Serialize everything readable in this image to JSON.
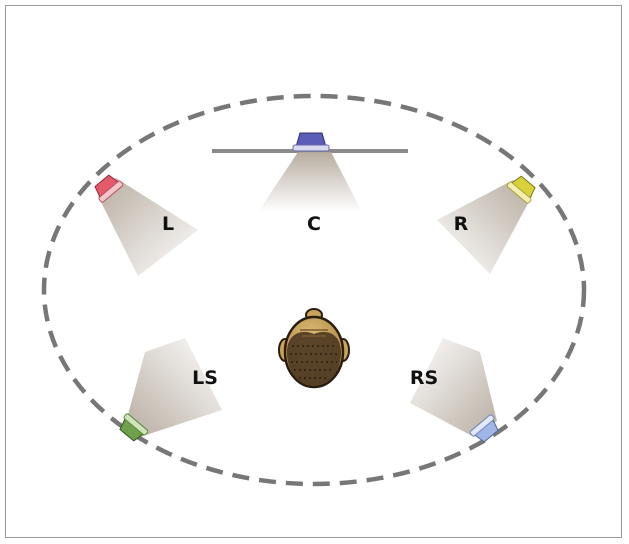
{
  "diagram": {
    "speakers": [
      {
        "id": "L",
        "label": "L",
        "color": "#e45a6a"
      },
      {
        "id": "C",
        "label": "C",
        "color": "#5b5bb8"
      },
      {
        "id": "R",
        "label": "R",
        "color": "#d8d23a"
      },
      {
        "id": "LS",
        "label": "LS",
        "color": "#6fa14a"
      },
      {
        "id": "RS",
        "label": "RS",
        "color": "#9fb6e6"
      }
    ],
    "colors": {
      "circle_dash": "#777777",
      "beam": "#b9aea2",
      "screen": "#8a8a8a",
      "head": "#c9a35b",
      "hair": "#4b3722"
    }
  }
}
